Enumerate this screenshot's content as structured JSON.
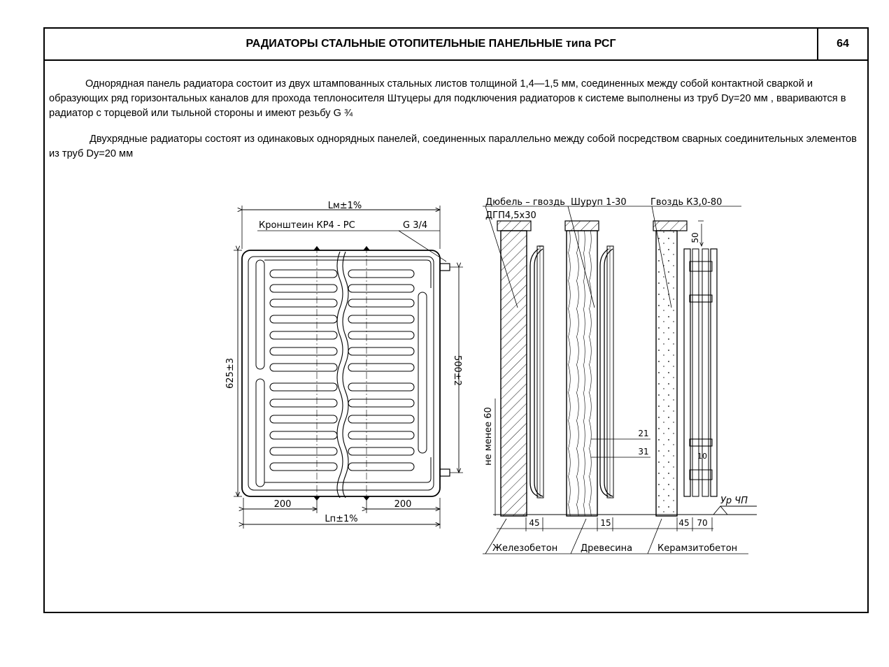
{
  "header": {
    "title": "РАДИАТОРЫ СТАЛЬНЫЕ ОТОПИТЕЛЬНЫЕ ПАНЕЛЬНЫЕ типа РСГ",
    "page_number": "64"
  },
  "body": {
    "paragraph1": "Однорядная панель радиатора состоит из двух штампованных стальных листов толщиной 1,4—1,5 мм, соединенных между собой контактной сваркой и образующих ряд горизонтальных каналов для прохода теплоносителя  Штуцеры для подключения радиаторов к системе выполнены из труб Dy=20 мм , ввариваются в радиатор с торцевой или тыльной стороны и имеют резьбу G ¾",
    "paragraph2": "Двухрядные радиаторы состоят из одинаковых однорядных панелей, соединенных параллельно между собой посредством сварных соединительных элементов из труб Dy=20 мм"
  },
  "drawing": {
    "front_view": {
      "dim_top": "Lм±1%",
      "bracket_label": "Кронштеин КР4 - РС",
      "thread_label": "G 3/4",
      "height_outer": "625±3",
      "height_inner": "500±2",
      "bottom_left": "200",
      "bottom_right": "200",
      "dim_bottom": "Lп±1%"
    },
    "side_views": {
      "label_dowel": "Дюбель – гвоздь",
      "label_dowel_sub": "ДГП4,5х30",
      "label_screw": "Шуруп 1-30",
      "label_nail": "Гвоздь К3,0-80",
      "dim_50": "50",
      "dim_21": "21",
      "dim_31": "31",
      "dim_10": "10",
      "dim_45_a": "45",
      "dim_15": "15",
      "dim_45_b": "45",
      "dim_70": "70",
      "min_label": "не менее 60",
      "floor_level": "Ур ЧП",
      "material_1": "Железобетон",
      "material_2": "Древесина",
      "material_3": "Керамзитобетон"
    }
  }
}
